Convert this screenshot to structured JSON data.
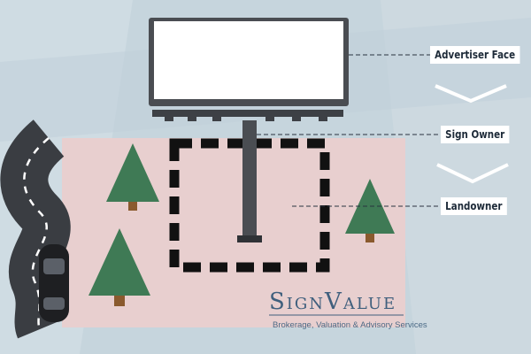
{
  "labels": {
    "advertiser": "Advertiser Face",
    "sign_owner": "Sign Owner",
    "landowner": "Landowner"
  },
  "brand": {
    "name": "SignValue",
    "tagline": "Brokerage, Valuation & Advisory Services"
  },
  "colors": {
    "sky": "#c6d5dd",
    "land": "#e8cfcf",
    "road": "#3a3d42",
    "tree": "#3f7a55",
    "trunk": "#8a5a2e",
    "billboard_frame": "#4a4d52",
    "brand": "#3f5f7d"
  }
}
